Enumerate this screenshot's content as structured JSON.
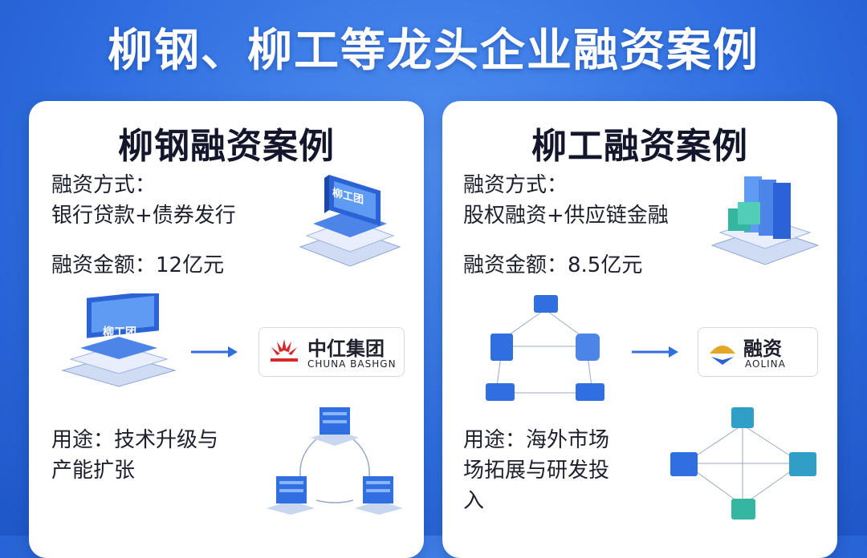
{
  "title": "柳钢、柳工等龙头企业融资案例",
  "cards": [
    {
      "title": "柳钢融资案例",
      "method_label": "融资方式：",
      "method_value": "银行贷款+债券发行",
      "amount": "融资金额：12亿元",
      "usage_line1": "用途：技术升级与",
      "usage_line2": "产能扩张",
      "monitor_text": "柳工团",
      "logo": {
        "name": "中仜集团",
        "sub": "CHUNA BASHGN"
      }
    },
    {
      "title": "柳工融资案例",
      "method_label": "融资方式：",
      "method_value": "股权融资+供应链金融",
      "amount": "融资金额：8.5亿元",
      "usage_line1": "用途：海外市场",
      "usage_line2": "场拓展与研发投",
      "usage_line3": "入",
      "logo": {
        "name": "融资",
        "sub": "AOLINA"
      }
    }
  ],
  "colors": {
    "accent": "#2f6fe0",
    "title": "#ffffff",
    "text": "#1d1f2c"
  }
}
